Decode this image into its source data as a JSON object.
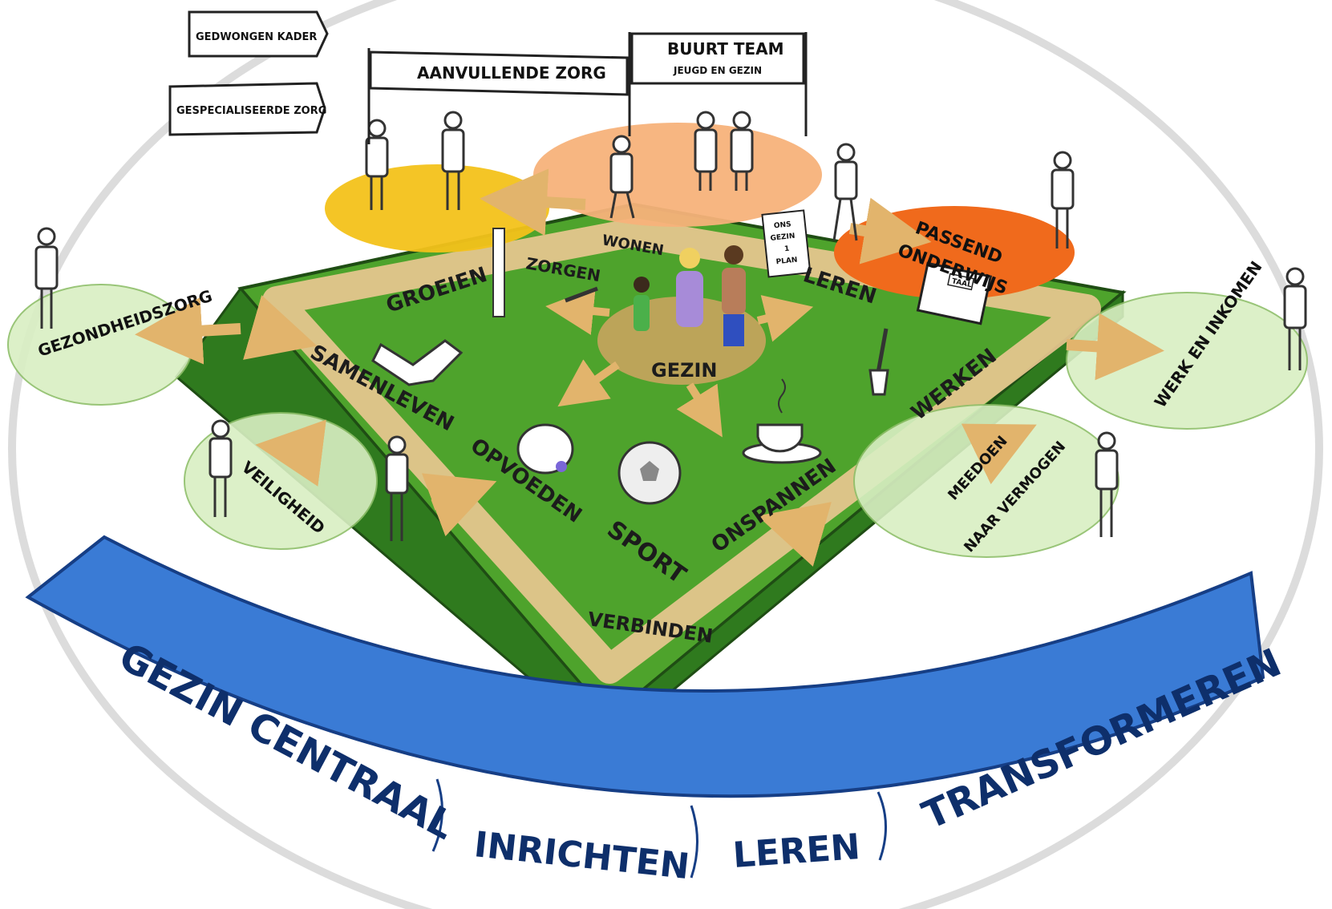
{
  "colors": {
    "grass": "#4ea32c",
    "grass_dark": "#2f7a1e",
    "path": "#e8c790",
    "light_circle": "#d9efc3",
    "yellow_circle": "#f3c21a",
    "peach_circle": "#f7b27a",
    "orange_circle": "#f06a1c",
    "band_blue": "#3a7bd5",
    "band_text": "#0e2f6b"
  },
  "signs": {
    "gedwongen_kader": "GEDWONGEN KADER",
    "gespecialiseerde_zorg": "GESPECIALISEERDE ZORG",
    "aanvullende_zorg": "AANVULLENDE ZORG",
    "buurt_team": "BUURT TEAM",
    "buurt_team_sub": "JEUGD EN GEZIN",
    "ons_gezin_plan": [
      "ONS",
      "GEZIN",
      "1",
      "PLAN"
    ],
    "taal": "TAAL"
  },
  "domains": {
    "gezondheidszorg": "GEZONDHEIDSZORG",
    "veiligheid": "VEILIGHEID",
    "passend_onderwijs_1": "PASSEND",
    "passend_onderwijs_2": "ONDERWIJS",
    "werk_en_inkomen": "WERK EN INKOMEN",
    "meedoen_1": "MEEDOEN",
    "meedoen_2": "NAAR VERMOGEN"
  },
  "field_labels": {
    "groeien": "GROEIEN",
    "zorgen": "ZORGEN",
    "wonen": "WONEN",
    "leren": "LEREN",
    "samenleven": "SAMENLEVEN",
    "gezin": "GEZIN",
    "opvoeden": "OPVOEDEN",
    "sport": "SPORT",
    "onspannen": "ONSPANNEN",
    "werken": "WERKEN",
    "verbinden": "VERBINDEN"
  },
  "band": {
    "steps": [
      "GEZIN CENTRAAL",
      "INRICHTEN",
      "LEREN",
      "TRANSFORMEREN"
    ]
  },
  "icons": [
    "handshake-icon",
    "baby-icon",
    "soccer-ball-icon",
    "coffee-cup-icon",
    "shovel-icon",
    "book-icon",
    "syringe-icon",
    "height-ruler-icon"
  ]
}
